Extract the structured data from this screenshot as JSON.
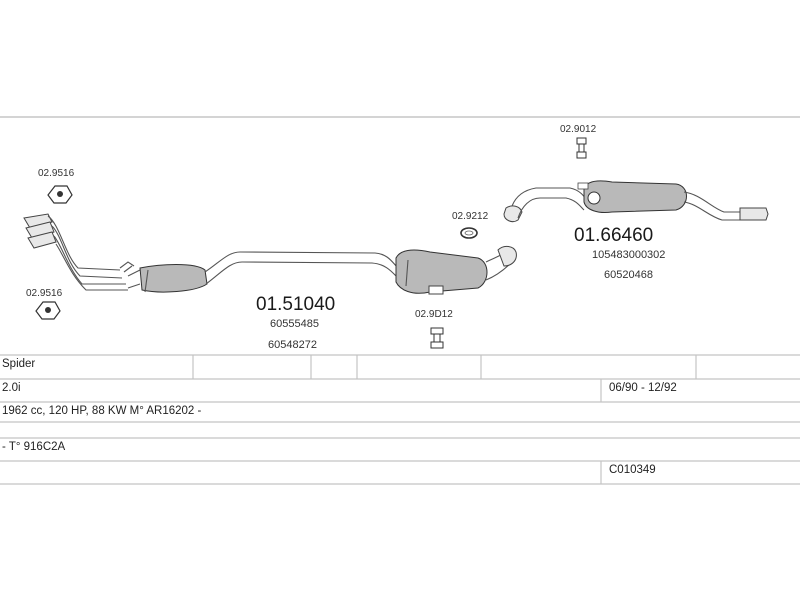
{
  "diagram": {
    "parts": [
      {
        "id": "gasket_top_left",
        "code": "02.9516"
      },
      {
        "id": "gasket_bottom_left",
        "code": "02.9516"
      },
      {
        "id": "clamp_mid",
        "code": "02.9212"
      },
      {
        "id": "hanger_top",
        "code": "02.9012"
      },
      {
        "id": "hanger_mid",
        "code": "02.9D12"
      },
      {
        "id": "rear_silencer",
        "code": "01.66460",
        "refs": [
          "105483000302",
          "60520468"
        ]
      },
      {
        "id": "front_pipe",
        "code": "01.51040",
        "refs": [
          "60555485",
          "60548272"
        ]
      }
    ]
  },
  "table": {
    "model": "Spider",
    "engine": "2.0i",
    "years": "06/90 - 12/92",
    "specs": "1962 cc, 120 HP, 88 KW M° AR16202 -",
    "type": "- T° 916C2A",
    "catalog": "C010349"
  }
}
